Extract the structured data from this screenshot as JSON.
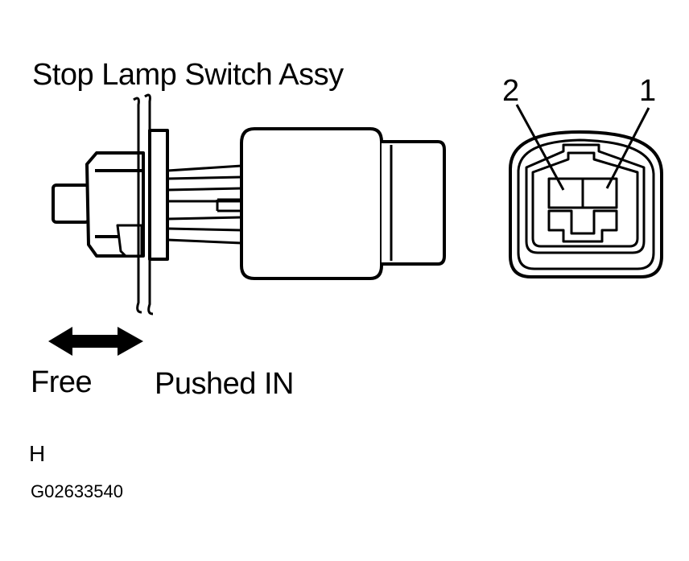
{
  "title": "Stop Lamp Switch Assy",
  "connector": {
    "pin_left": "2",
    "pin_right": "1"
  },
  "states": {
    "free": "Free",
    "pushed": "Pushed IN"
  },
  "view_letter": "H",
  "figure_code": "G02633540"
}
